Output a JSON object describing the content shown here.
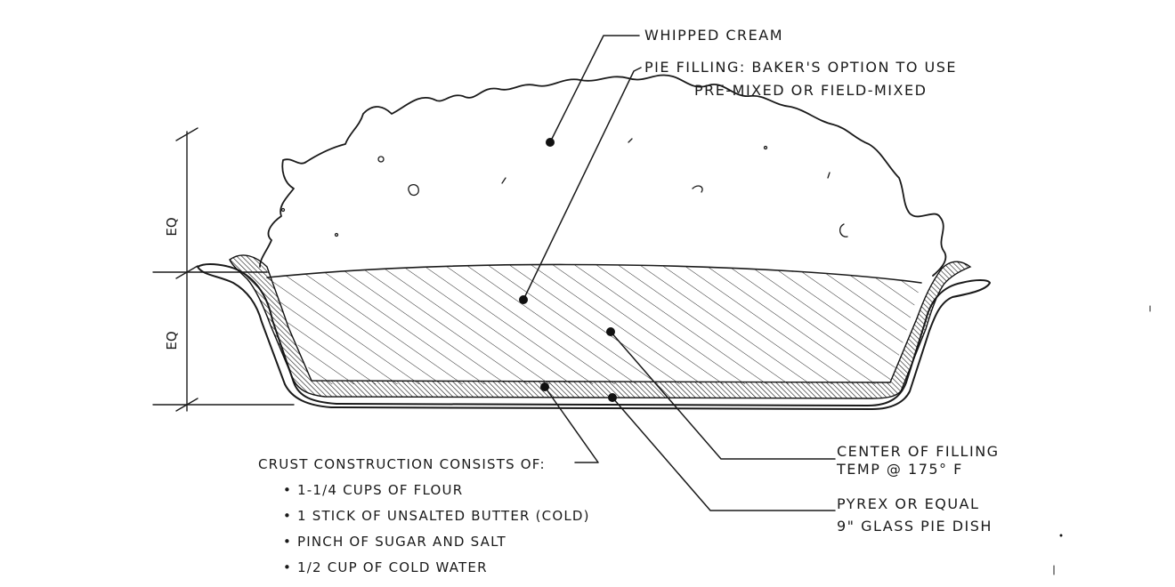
{
  "labels": {
    "whipped_cream": "WHIPPED CREAM",
    "pie_filling_line1": "PIE FILLING: BAKER'S OPTION TO USE",
    "pie_filling_line2": "PRE-MIXED OR FIELD-MIXED",
    "center_temp_line1": "CENTER OF FILLING",
    "center_temp_line2": "TEMP @ 175° F",
    "dish_line1": "PYREX OR EQUAL",
    "dish_line2": "9\" GLASS PIE DISH"
  },
  "dimensions": {
    "upper": "EQ",
    "lower": "EQ"
  },
  "crust": {
    "heading": "CRUST CONSTRUCTION CONSISTS OF:",
    "items": [
      "• 1-1/4 CUPS OF FLOUR",
      "• 1 STICK OF UNSALTED BUTTER (COLD)",
      "• PINCH OF SUGAR AND SALT",
      "• 1/2 CUP OF COLD WATER"
    ]
  }
}
